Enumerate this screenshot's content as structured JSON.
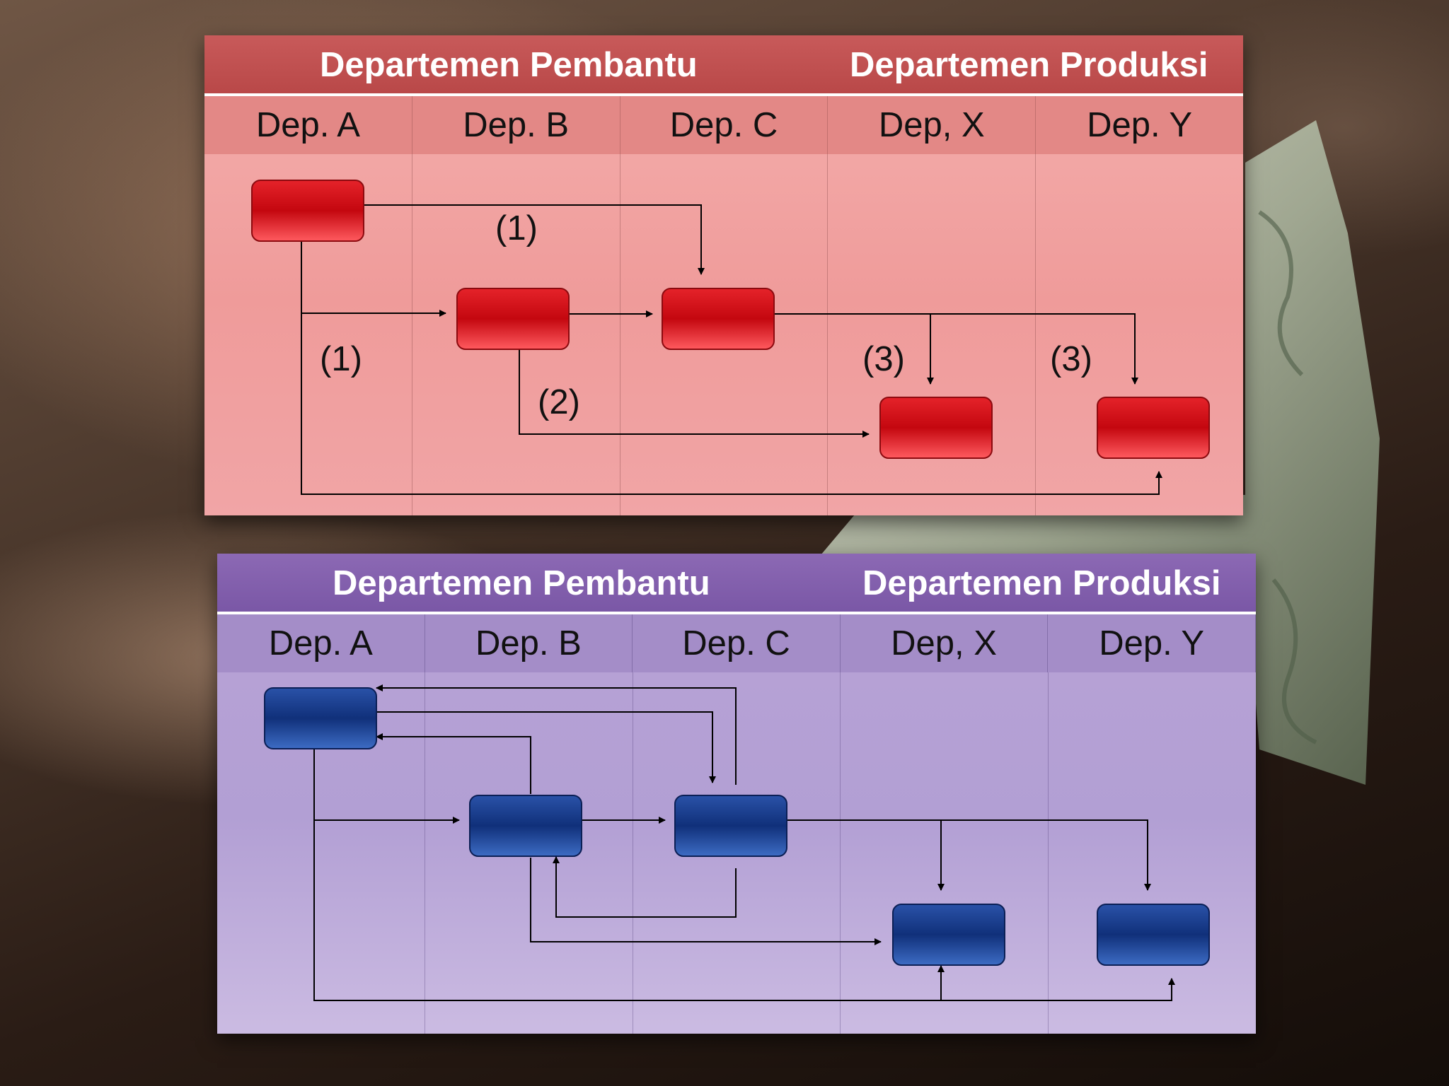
{
  "top_diagram": {
    "header_left": "Departemen Pembantu",
    "header_right": "Departemen Produksi",
    "columns": [
      "Dep. A",
      "Dep. B",
      "Dep. C",
      "Dep, X",
      "Dep. Y"
    ],
    "flow_labels": [
      "(1)",
      "(1)",
      "(2)",
      "(3)",
      "(3)"
    ],
    "box_color": "#d0141b"
  },
  "bottom_diagram": {
    "header_left": "Departemen Pembantu",
    "header_right": "Departemen Produksi",
    "columns": [
      "Dep. A",
      "Dep. B",
      "Dep. C",
      "Dep, X",
      "Dep. Y"
    ],
    "box_color": "#1a3d8f"
  }
}
